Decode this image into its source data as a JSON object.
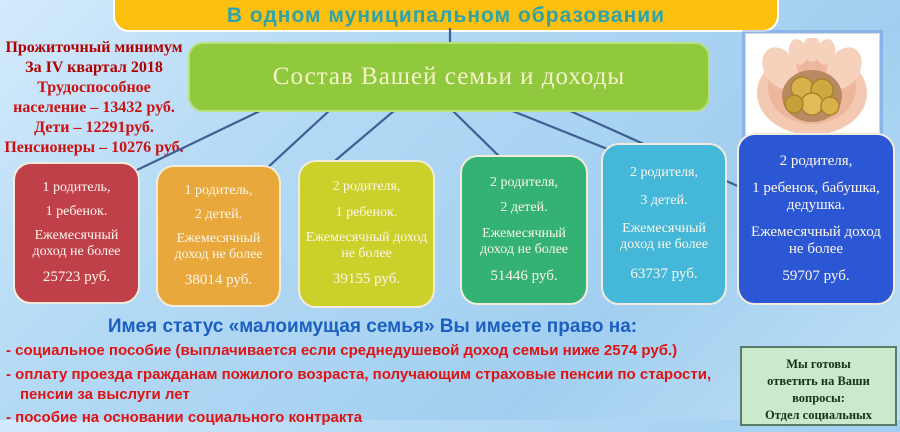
{
  "banner": {
    "title": "В одном муниципальном образовании"
  },
  "colors": {
    "background": "#a2cff0",
    "banner_bg": "#fdc00f",
    "banner_text": "#2fa3a8",
    "main_box_bg": "#90c83e",
    "connector_line": "#3e5f94",
    "heading_blue": "#1c5fc2",
    "bullet_red": "#e01212",
    "subsistence_red": "#cc1111",
    "contact_bg": "#cbe9cb"
  },
  "subsistence_minimum": {
    "title": "Прожиточный минимум",
    "subtitle": "За IV квартал 2018",
    "lines": [
      "Трудоспособное население – 13432 руб.",
      "Дети – 12291руб.",
      "Пенсионеры – 10276 руб."
    ]
  },
  "family_composition": {
    "title": "Состав Вашей семьи и доходы"
  },
  "photo": {
    "name": "hands-holding-coins-photo"
  },
  "family_boxes": [
    {
      "color": "#c0404a",
      "lines": [
        "1 родитель,",
        "1 ребенок.",
        "Ежемесячный доход не более",
        "25723 руб."
      ]
    },
    {
      "color": "#e9a83b",
      "lines": [
        "1 родитель,",
        "2 детей.",
        "Ежемесячный доход не более",
        "38014 руб."
      ]
    },
    {
      "color": "#ccd02a",
      "lines": [
        "2 родителя,",
        "1 ребенок.",
        "Ежемесячный доход не более",
        "39155 руб."
      ]
    },
    {
      "color": "#33b273",
      "lines": [
        "2 родителя,",
        "2 детей.",
        "Ежемесячный доход не более",
        "51446 руб."
      ]
    },
    {
      "color": "#45b8d9",
      "lines": [
        "2 родителя,",
        "3 детей.",
        "Ежемесячный доход не более",
        "63737 руб."
      ]
    },
    {
      "color": "#2b57d5",
      "lines": [
        "2 родителя,",
        "1 ребенок, бабушка, дедушка.",
        "Ежемесячный доход не более",
        "59707 руб."
      ]
    }
  ],
  "benefits": {
    "heading": "Имея статус «малоимущая семья» Вы имеете право на:",
    "items": [
      "- социальное пособие (выплачивается если среднедушевой  доход семьи ниже 2574 руб.)",
      "- оплату проезда гражданам пожилого возраста, получающим страховые пенсии по старости, пенсии за выслуги лет",
      "- пособие на основании социального контракта"
    ]
  },
  "contact": {
    "lines": [
      "Мы готовы",
      "ответить  на Ваши",
      "вопросы:",
      "Отдел социальных"
    ]
  }
}
